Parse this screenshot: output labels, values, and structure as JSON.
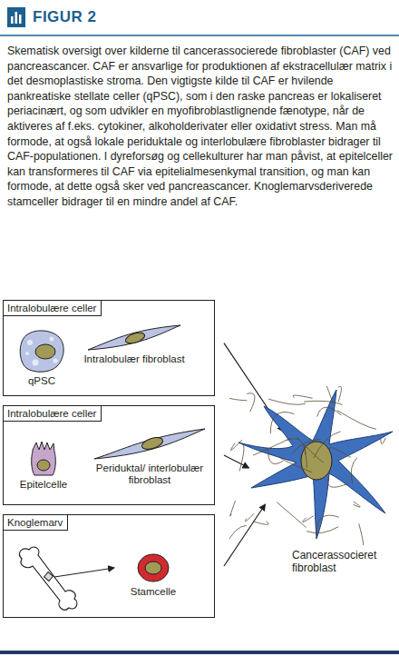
{
  "diagram": {
    "title": "FIGUR 2",
    "caption": "Skematisk oversigt over kilderne til cancerassocierede fibroblaster (CAF) ved pancreascancer. CAF er ansvarlige for produktionen af ekstracellulær matrix i det desmoplastiske stroma. Den vigtigste kilde til CAF er hvilende pankreatiske stellate celler (qPSC), som i den raske pancreas er lokaliseret periacinært, og som udvikler en myofibroblastlignende fænotype, når de aktiveres af f.eks. cytokiner, alkoholderivater eller oxidativt stress. Man må formode, at også lokale periduktale og interlobulære fibroblaster bidrager til CAF-populationen. I dyreforsøg og cellekulturer har man påvist, at epitelceller kan transformeres til CAF via epitelialmesenkymal transition, og man kan formode, at dette også sker ved pancreascancer. Knoglemarvsderiverede stamceller bidrager til en mindre andel af CAF.",
    "nodes": [
      {
        "text": [
          "Intralobulære celler"
        ]
      },
      {
        "text": [
          "qPSC"
        ],
        "in": 0
      },
      {
        "text": [
          "Intralobulær fibroblast"
        ],
        "in": 0
      },
      {
        "text": [
          "Intralobulære celler"
        ]
      },
      {
        "text": [
          "Epitelcelle"
        ],
        "in": 3
      },
      {
        "text": [
          "Periduktal/ interlobulær fibroblast"
        ],
        "in": 3
      },
      {
        "text": [
          "Knoglemarv"
        ]
      },
      {
        "text": [
          "Stamcelle"
        ],
        "in": 6
      },
      {
        "text": [
          "Cancerassocieret fibroblast"
        ]
      }
    ],
    "edges": [
      {
        "from": 0,
        "to": 8,
        "arrow": "to"
      },
      {
        "from": 3,
        "to": 8,
        "arrow": "to"
      },
      {
        "from": 6,
        "to": 8,
        "arrow": "to"
      }
    ]
  }
}
